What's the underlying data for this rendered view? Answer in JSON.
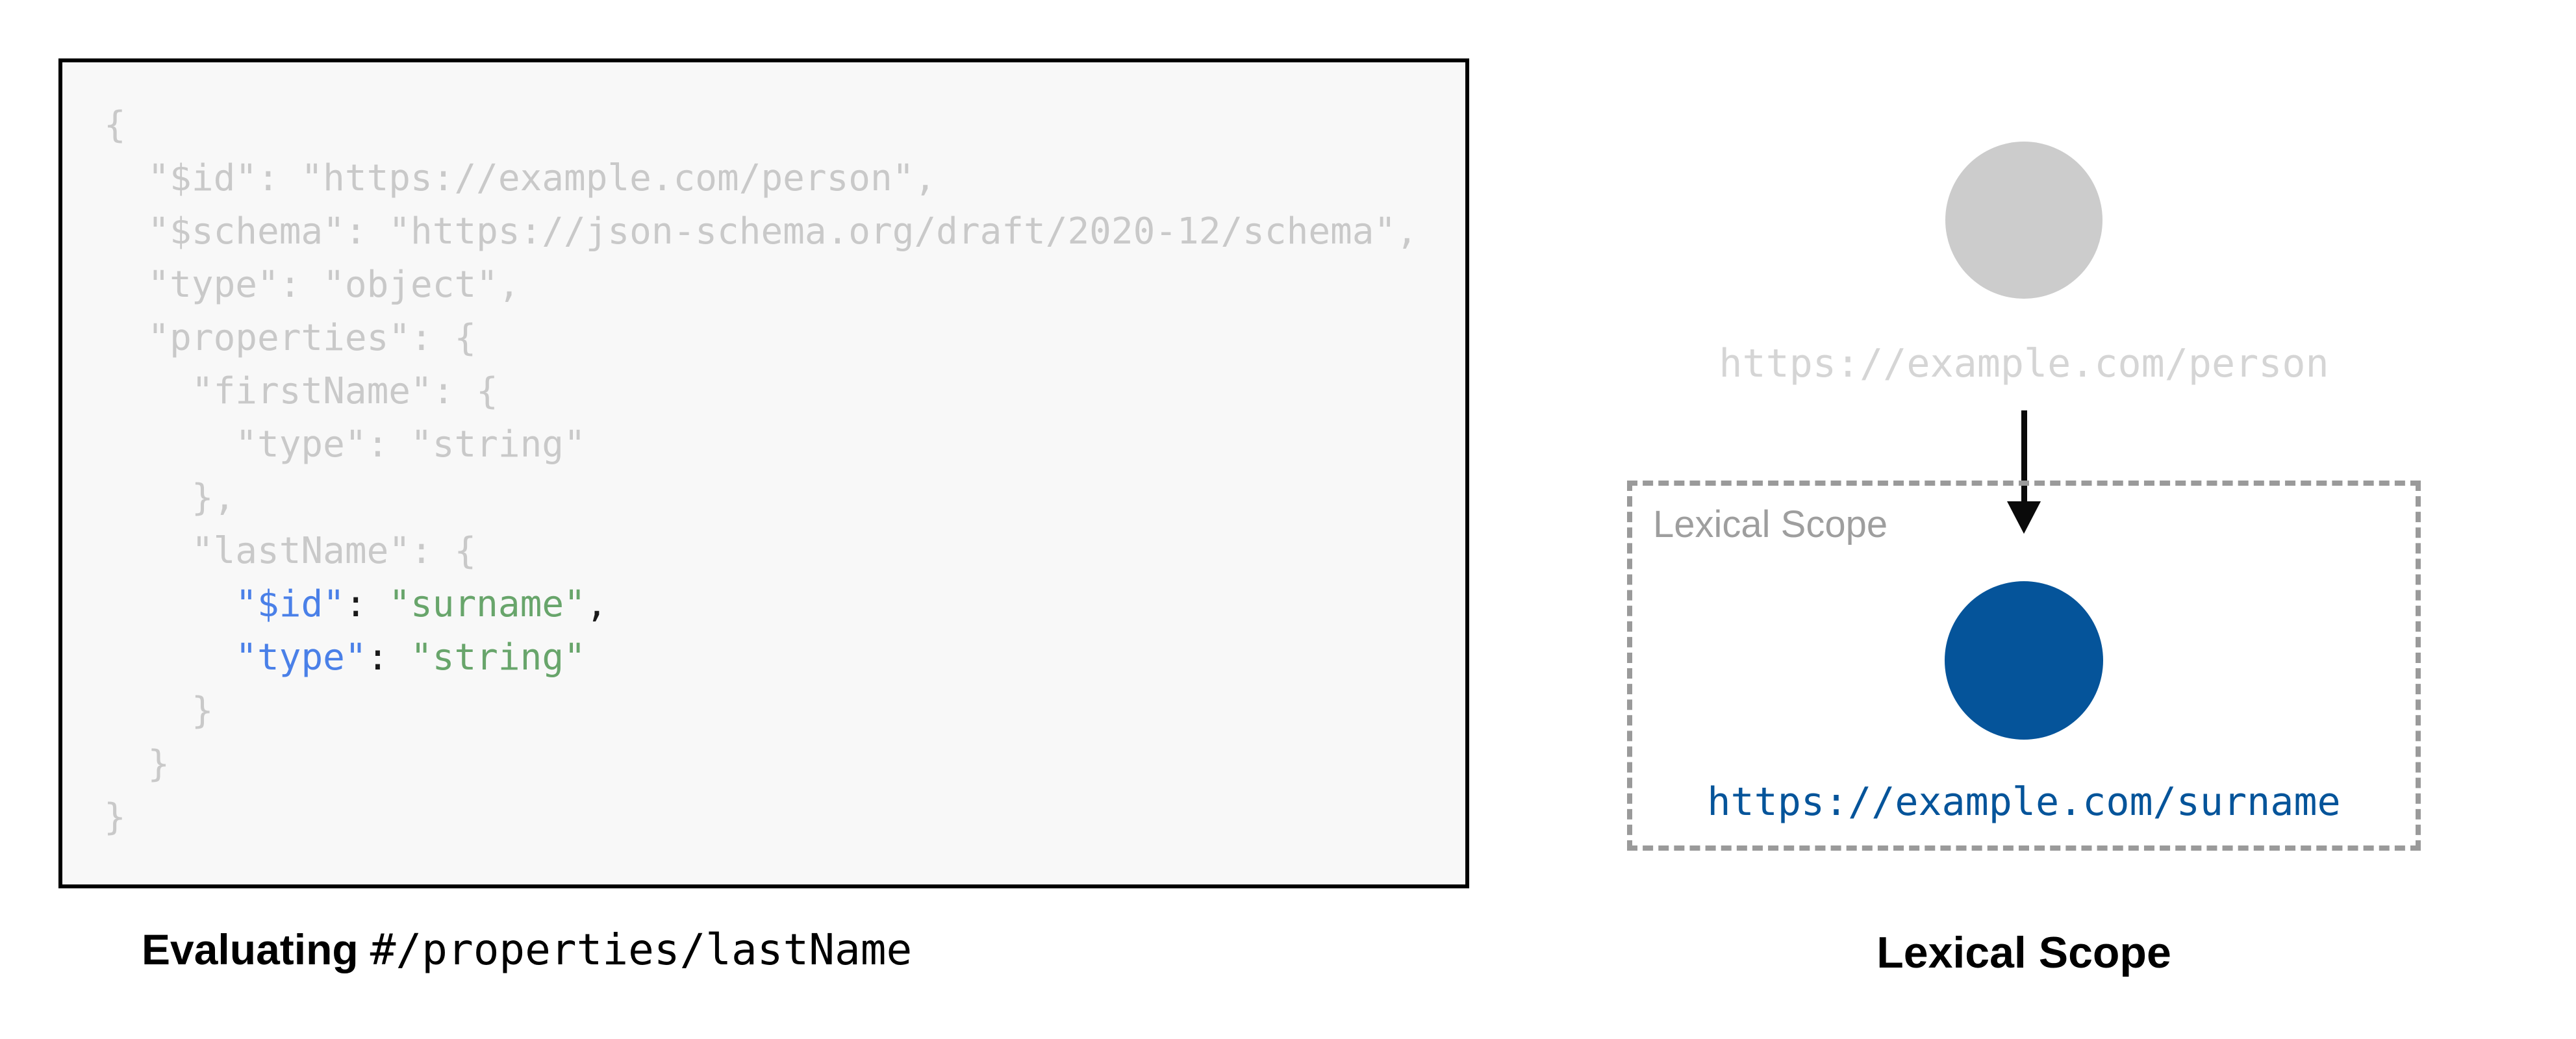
{
  "colors": {
    "accent_blue_deep": "#05549A",
    "key_blue": "#4A80E8",
    "string_green": "#68A56B",
    "punct_black": "#1A1A1A",
    "dim_code": "#C9C9C9",
    "gray_circle": "#CCCCCC",
    "gray_label": "#D5D5D5",
    "scope_border": "#9A9A9A",
    "scope_label": "#9E9E9E",
    "code_bg": "#F8F8F8",
    "box_border": "#000000"
  },
  "left_panel": {
    "caption_bold": "Evaluating",
    "caption_mono": "#/properties/lastName",
    "code": {
      "lines": [
        [
          {
            "c": "dim",
            "t": "{"
          }
        ],
        [
          {
            "c": "dim",
            "t": "  \"$id\": \"https://example.com/person\","
          }
        ],
        [
          {
            "c": "dim",
            "t": "  \"$schema\": \"https://json-schema.org/draft/2020-12/schema\","
          }
        ],
        [
          {
            "c": "dim",
            "t": "  \"type\": \"object\","
          }
        ],
        [
          {
            "c": "dim",
            "t": "  \"properties\": {"
          }
        ],
        [
          {
            "c": "dim",
            "t": "    \"firstName\": {"
          }
        ],
        [
          {
            "c": "dim",
            "t": "      \"type\": \"string\""
          }
        ],
        [
          {
            "c": "dim",
            "t": "    },"
          }
        ],
        [
          {
            "c": "dim",
            "t": "    \"lastName\": {"
          }
        ],
        [
          {
            "c": "dim",
            "t": "      "
          },
          {
            "c": "key",
            "t": "\"$id\""
          },
          {
            "c": "punct",
            "t": ": "
          },
          {
            "c": "str",
            "t": "\"surname\""
          },
          {
            "c": "punct",
            "t": ","
          }
        ],
        [
          {
            "c": "dim",
            "t": "      "
          },
          {
            "c": "key",
            "t": "\"type\""
          },
          {
            "c": "punct",
            "t": ": "
          },
          {
            "c": "str",
            "t": "\"string\""
          }
        ],
        [
          {
            "c": "dim",
            "t": "    }"
          }
        ],
        [
          {
            "c": "dim",
            "t": "  }"
          }
        ],
        [
          {
            "c": "dim",
            "t": "}"
          }
        ]
      ]
    }
  },
  "right_panel": {
    "parent_label": "https://example.com/person",
    "scope_box_label": "Lexical Scope",
    "child_label": "https://example.com/surname",
    "caption": "Lexical Scope"
  }
}
